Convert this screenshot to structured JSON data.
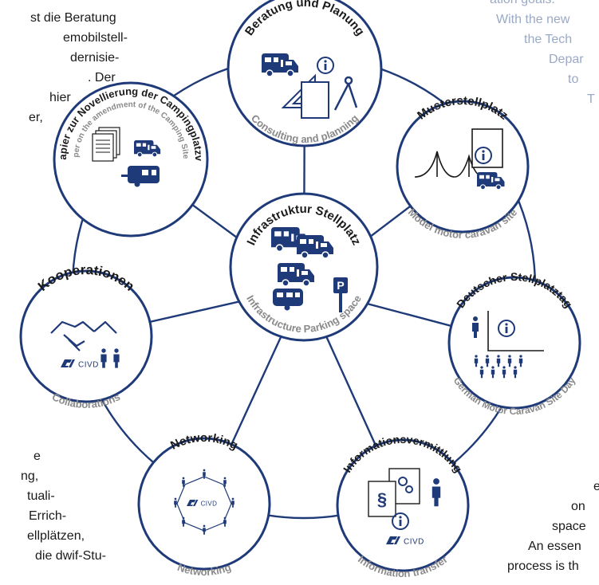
{
  "colors": {
    "navy": "#1f3a78",
    "grey": "#8a8a8a",
    "light_blue_text": "#9aa9c6",
    "body_text": "#1a1a1a"
  },
  "left_text_top": [
    "st die Beratung",
    "emobilstell-",
    "dernisie-",
    ". Der",
    "hier",
    "er,"
  ],
  "left_text_bottom": [
    "e",
    "ng,",
    "tuali-",
    "Errich-",
    "ellplätzen,",
    "die dwif-Stu-"
  ],
  "right_text_top": [
    "ation goals.",
    "With the new",
    "the Tech",
    "Depar",
    "to",
    "T"
  ],
  "right_text_bottom": [
    "e",
    "on",
    "space",
    "An essen",
    "process is th"
  ],
  "center": {
    "title": "Infrastruktur Stellplatz",
    "subtitle": "Infrastructure Parking space",
    "icons": [
      "motorhome-icon",
      "caravan-icon",
      "parking-sign-icon"
    ]
  },
  "nodes": [
    {
      "id": "beratung",
      "title": "Beratung und Planung",
      "subtitle": "Consulting and planning",
      "icons": [
        "motorhome-icon",
        "info-icon",
        "set-square-icon",
        "compass-icon"
      ]
    },
    {
      "id": "musterstellplatz",
      "title": "Musterstellplatz",
      "subtitle": "Model motor caravan site",
      "icons": [
        "landscape-icon",
        "info-icon",
        "motorhome-icon"
      ]
    },
    {
      "id": "stellplatztag",
      "title": "Deutscher Stellplatztag",
      "subtitle": "German Motor Caravan Site Day",
      "icons": [
        "presenter-icon",
        "info-icon",
        "audience-icon"
      ]
    },
    {
      "id": "informationsvermittlung",
      "title": "Informationsvermittlung",
      "subtitle": "Information transfer",
      "icons": [
        "document-gear-icon",
        "paragraph-icon",
        "info-icon",
        "person-icon"
      ],
      "logo_text": "CIVD"
    },
    {
      "id": "networking",
      "title": "Networking",
      "subtitle": "Networking",
      "icons": [
        "network-icon"
      ],
      "logo_text": "CIVD"
    },
    {
      "id": "kooperationen",
      "title": "Kooperationen",
      "subtitle": "Collaborations",
      "icons": [
        "handshake-icon",
        "people-icon"
      ],
      "logo_text": "CIVD"
    },
    {
      "id": "positionspapier",
      "title": "Positionspapier zur Novellierung der Campingplatzverordnung",
      "subtitle": "Position paper on the amendment of the Camping Site Ordinance",
      "icons": [
        "documents-icon",
        "motorhome-icon",
        "caravan-icon"
      ]
    }
  ]
}
